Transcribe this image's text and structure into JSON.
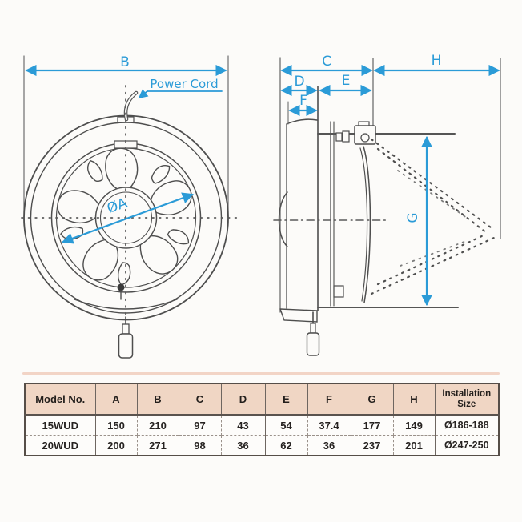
{
  "diagram": {
    "front_view": {
      "dim_b": "B",
      "power_cord": "Power Cord",
      "hub_diameter": "ØA"
    },
    "side_view": {
      "dim_c": "C",
      "dim_d": "D",
      "dim_e": "E",
      "dim_f": "F",
      "dim_g": "G",
      "dim_h": "H"
    },
    "colors": {
      "dimension_blue": "#2b9bd7",
      "drawing_line": "#4e4e4e",
      "table_header_bg": "#f0d6c4",
      "accent_line": "#f0cdbd"
    }
  },
  "table": {
    "headers": [
      "Model No.",
      "A",
      "B",
      "C",
      "D",
      "E",
      "F",
      "G",
      "H",
      "Installation\nSize"
    ],
    "rows": [
      [
        "15WUD",
        "150",
        "210",
        "97",
        "43",
        "54",
        "37.4",
        "177",
        "149",
        "Ø186-188"
      ],
      [
        "20WUD",
        "200",
        "271",
        "98",
        "36",
        "62",
        "36",
        "237",
        "201",
        "Ø247-250"
      ]
    ]
  }
}
